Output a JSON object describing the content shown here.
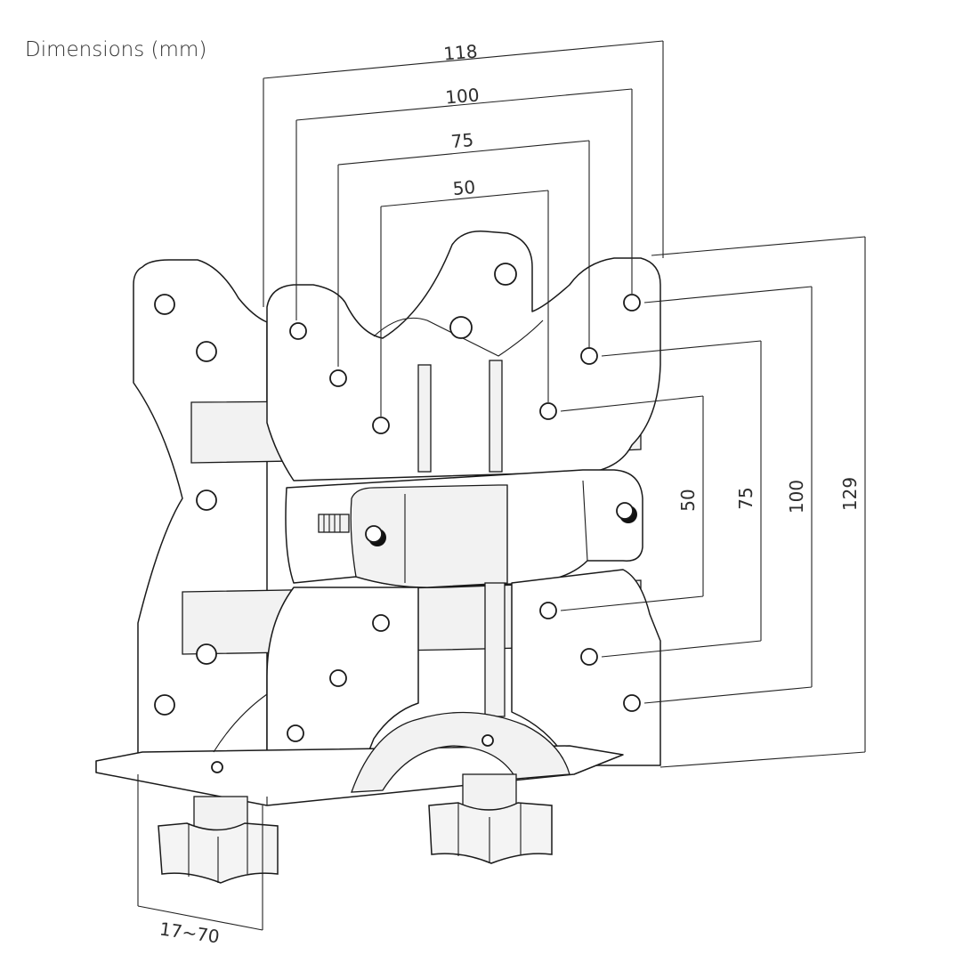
{
  "title": "Dimensions (mm)",
  "dimensions": {
    "width_118": "118",
    "width_100": "100",
    "width_75": "75",
    "width_50": "50",
    "height_50": "50",
    "height_75": "75",
    "height_100": "100",
    "height_129": "129",
    "clamp_range": "17~70"
  }
}
